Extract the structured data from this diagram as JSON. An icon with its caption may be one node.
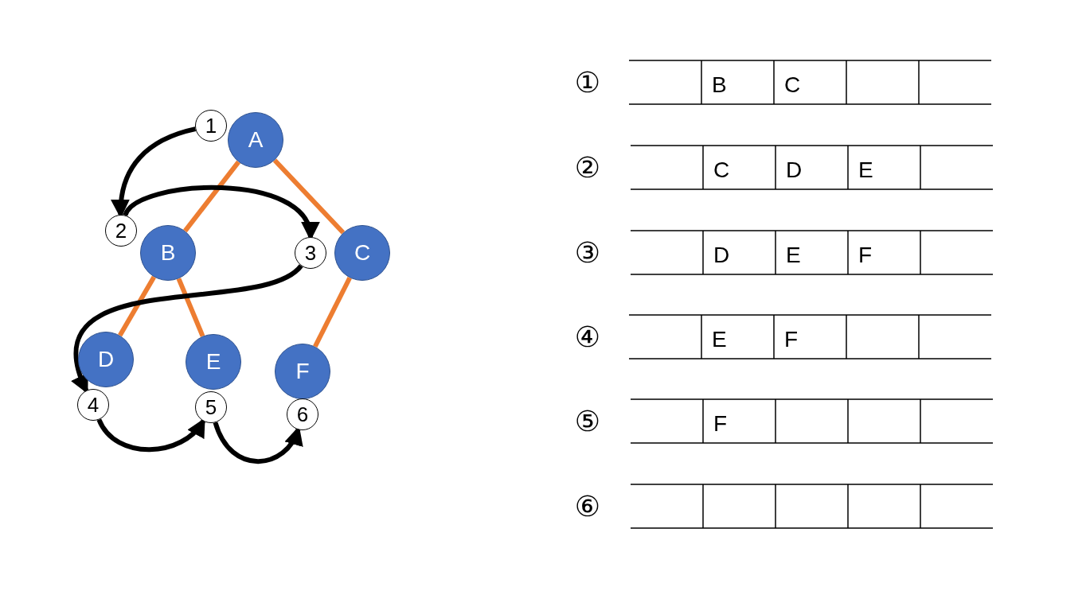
{
  "diagram": {
    "nodes": [
      {
        "text": [
          "A"
        ]
      },
      {
        "text": [
          "B"
        ]
      },
      {
        "text": [
          "C"
        ]
      },
      {
        "text": [
          "D"
        ]
      },
      {
        "text": [
          "E"
        ]
      },
      {
        "text": [
          "F"
        ]
      },
      {
        "text": [
          "1"
        ]
      },
      {
        "text": [
          "2"
        ]
      },
      {
        "text": [
          "3"
        ]
      },
      {
        "text": [
          "4"
        ]
      },
      {
        "text": [
          "5"
        ]
      },
      {
        "text": [
          "6"
        ]
      }
    ],
    "edges": [
      {
        "from": 0,
        "to": 1,
        "arrow": "none",
        "color": "#ed7d31"
      },
      {
        "from": 0,
        "to": 2,
        "arrow": "none",
        "color": "#ed7d31"
      },
      {
        "from": 1,
        "to": 3,
        "arrow": "none",
        "color": "#ed7d31"
      },
      {
        "from": 1,
        "to": 4,
        "arrow": "none",
        "color": "#ed7d31"
      },
      {
        "from": 2,
        "to": 5,
        "arrow": "none",
        "color": "#ed7d31"
      },
      {
        "from": 6,
        "to": 7,
        "arrow": "to",
        "color": "#000000"
      },
      {
        "from": 7,
        "to": 8,
        "arrow": "to",
        "color": "#000000"
      },
      {
        "from": 8,
        "to": 9,
        "arrow": "to",
        "color": "#000000"
      },
      {
        "from": 9,
        "to": 10,
        "arrow": "to",
        "color": "#000000"
      },
      {
        "from": 10,
        "to": 11,
        "arrow": "to",
        "color": "#000000"
      }
    ],
    "labels": [
      "①",
      "B",
      "C",
      "②",
      "C",
      "D",
      "E",
      "③",
      "D",
      "E",
      "F",
      "④",
      "E",
      "F",
      "⑤",
      "F",
      "⑥"
    ]
  }
}
